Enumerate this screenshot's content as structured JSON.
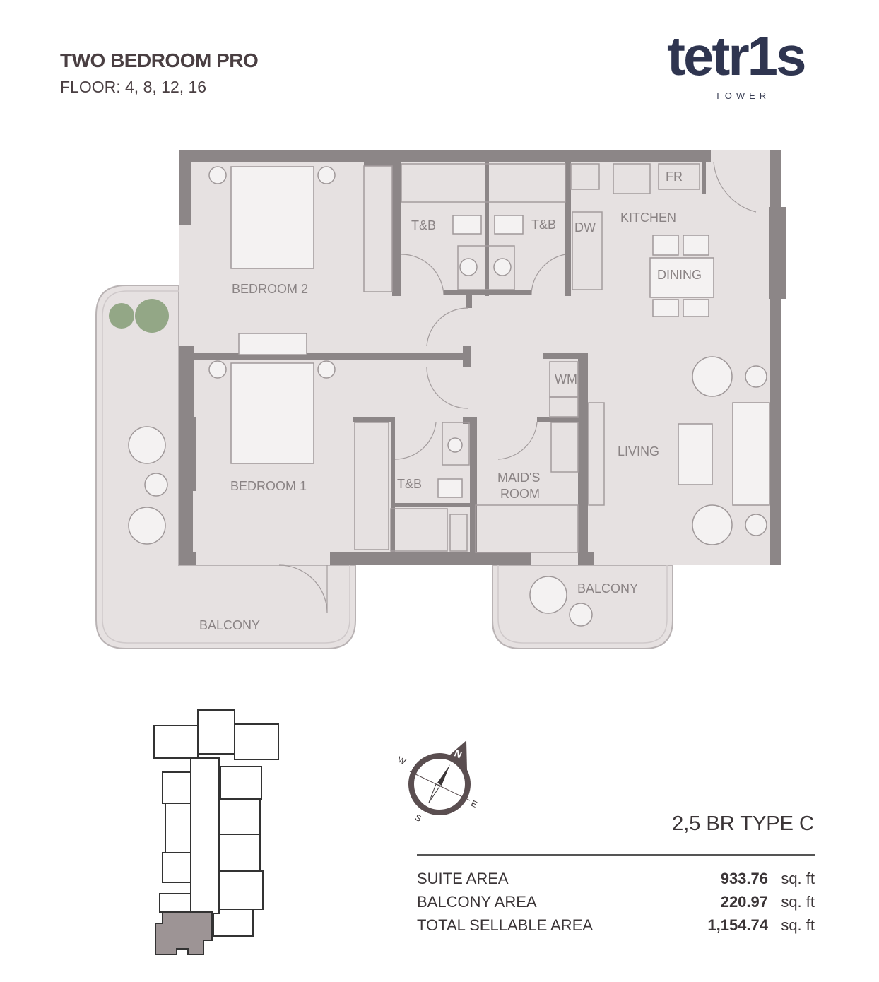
{
  "header": {
    "title": "TWO BEDROOM PRO",
    "floors": "FLOOR: 4, 8, 12, 16"
  },
  "logo": {
    "word": "tetr1s",
    "sub": "TOWER"
  },
  "plan": {
    "rooms": {
      "bedroom2": "BEDROOM 2",
      "bedroom1": "BEDROOM 1",
      "tb_a": "T&B",
      "tb_b": "T&B",
      "tb_c": "T&B",
      "kitchen": "KITCHEN",
      "dw": "DW",
      "fr": "FR",
      "dining": "DINING",
      "wm": "WM",
      "maids1": "MAID'S",
      "maids2": "ROOM",
      "living": "LIVING",
      "balcony_left": "BALCONY",
      "balcony_right": "BALCONY"
    }
  },
  "compass": {
    "n": "N",
    "e": "E",
    "s": "S",
    "w": "W"
  },
  "unit_type": "2,5 BR TYPE C",
  "areas": [
    {
      "label": "SUITE AREA",
      "value": "933.76",
      "unit": "sq. ft"
    },
    {
      "label": "BALCONY AREA",
      "value": "220.97",
      "unit": "sq. ft"
    },
    {
      "label": "TOTAL SELLABLE AREA",
      "value": "1,154.74",
      "unit": "sq. ft"
    }
  ],
  "colors": {
    "wall": "#8c8687",
    "floor": "#e6e1e1",
    "text": "#4a3f42",
    "highlight": "#9d9495",
    "brand": "#2f3550"
  }
}
